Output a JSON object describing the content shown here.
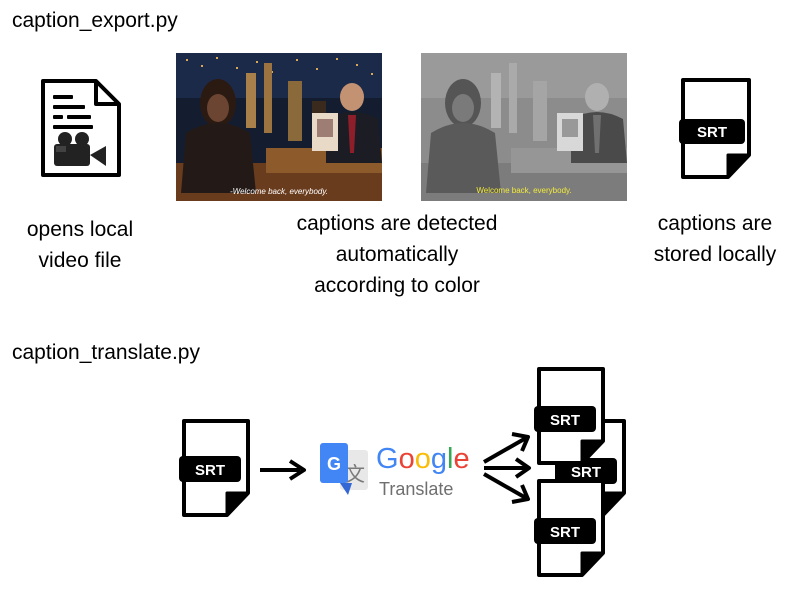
{
  "export_section": {
    "title": "caption_export.py",
    "step1_label": "opens local\nvideo file",
    "step2_label": "captions are detected\nautomatically\naccording to color",
    "step3_label": "captions are\nstored locally",
    "video_subtitle": "-Welcome back, everybody.",
    "filtered_subtitle": "Welcome back, everybody."
  },
  "translate_section": {
    "title": "caption_translate.py",
    "srt_label": "SRT",
    "translate_logo": {
      "google": [
        "G",
        "o",
        "o",
        "g",
        "l",
        "e"
      ],
      "product": "Translate"
    }
  },
  "colors": {
    "google_blue": "#4285F4",
    "google_red": "#EA4335",
    "google_yellow": "#FBBC05",
    "google_green": "#34A853",
    "video_bg": "#141d30",
    "subtitle_yellow": "#f2ea3a"
  },
  "icons": {
    "video_file": "video-file-icon",
    "srt_file": "srt-file-icon",
    "arrow": "arrow-right-icon",
    "translate": "google-translate-icon"
  }
}
